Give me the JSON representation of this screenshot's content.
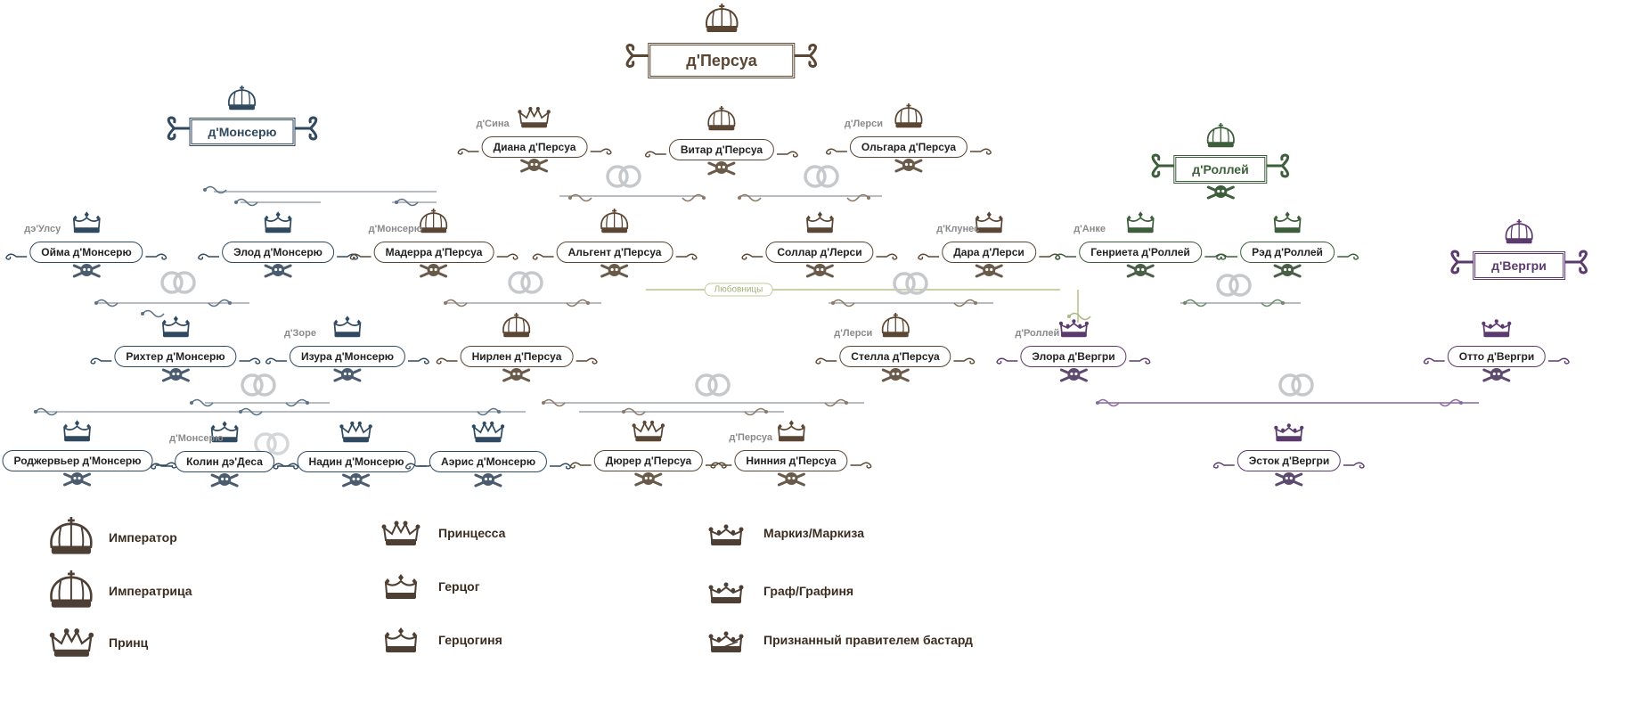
{
  "colors": {
    "persua": "#5a4632",
    "monseru": "#2f4960",
    "rolley": "#3c5e3a",
    "vergri": "#5b3a6e",
    "line_gray": "#b7bcc2",
    "line_green": "#c9d0a8",
    "line_purple": "#a38cb8",
    "text": "#222222"
  },
  "houses": {
    "persua": "д'Персуа",
    "monseru": "д'Монсерю",
    "rolley": "д'Роллей",
    "vergri": "д'Вергри"
  },
  "people": {
    "diana": {
      "name": "Диана д'Персуа",
      "prefix": "д'Сина",
      "rank": "princess-icon"
    },
    "vitar": {
      "name": "Витар д'Персуа",
      "rank": "emperor-icon"
    },
    "olgara": {
      "name": "Ольгара д'Персуа",
      "prefix": "д'Лерси",
      "rank": "empress-icon"
    },
    "oima": {
      "name": "Ойма д'Монсерю",
      "prefix": "дэ'Улсу",
      "rank": "duchess-icon"
    },
    "elod": {
      "name": "Элод д'Монсерю",
      "rank": "duke-icon"
    },
    "maderra": {
      "name": "Мадерра д'Персуа",
      "prefix": "д'Монсерю",
      "rank": "empress-icon"
    },
    "algent": {
      "name": "Альгент д'Персуа",
      "rank": "emperor-icon"
    },
    "sollar": {
      "name": "Соллар д'Лерси",
      "rank": "duke-icon"
    },
    "dara": {
      "name": "Дара д'Лерси",
      "prefix": "д'Клунес",
      "rank": "duchess-icon"
    },
    "genrieta": {
      "name": "Генриета д'Роллей",
      "prefix": "д'Анке",
      "rank": "duchess-icon"
    },
    "red": {
      "name": "Рэд д'Роллей",
      "rank": "duke-icon"
    },
    "rihter": {
      "name": "Рихтер д'Монсерю",
      "rank": "duke-icon"
    },
    "izura": {
      "name": "Изура д'Монсерю",
      "prefix": "д'Зоре",
      "rank": "duchess-icon"
    },
    "nirlen": {
      "name": "Нирлен д'Персуа",
      "rank": "emperor-icon"
    },
    "stella": {
      "name": "Стелла д'Персуа",
      "prefix": "д'Лерси",
      "rank": "empress-icon"
    },
    "elora": {
      "name": "Элора д'Вергри",
      "prefix": "д'Роллей",
      "rank": "marquis-icon"
    },
    "otto": {
      "name": "Отто д'Вергри",
      "rank": "marquis-icon"
    },
    "rodzhervier": {
      "name": "Роджервьер д'Монсерю",
      "rank": "duke-icon"
    },
    "kolin": {
      "name": "Колин дэ'Деса",
      "prefix": "д'Монсерю",
      "rank": "duchess-icon"
    },
    "nadin": {
      "name": "Надин д'Монсерю",
      "rank": "prince-icon"
    },
    "aeris": {
      "name": "Аэрис д'Монсерю",
      "rank": "prince-icon"
    },
    "dyurer": {
      "name": "Дюрер д'Персуа",
      "rank": "princess-icon"
    },
    "ninniya": {
      "name": "Нинния д'Персуа",
      "prefix": "д'Персуа",
      "rank": "duchess-icon"
    },
    "estok": {
      "name": "Эсток д'Вергри",
      "rank": "marquis-icon"
    }
  },
  "lovers_label": "Любовницы",
  "legend": [
    {
      "icon": "emperor-icon",
      "label": "Император"
    },
    {
      "icon": "empress-icon",
      "label": "Императрица"
    },
    {
      "icon": "prince-icon",
      "label": "Принц"
    },
    {
      "icon": "princess-icon",
      "label": "Принцесса"
    },
    {
      "icon": "duke-icon",
      "label": "Герцог"
    },
    {
      "icon": "duchess-icon",
      "label": "Герцогиня"
    },
    {
      "icon": "marquis-icon",
      "label": "Маркиз/Маркиза"
    },
    {
      "icon": "count-icon",
      "label": "Граф/Графиня"
    },
    {
      "icon": "bastard-icon",
      "label": "Признанный правителем бастард"
    }
  ]
}
